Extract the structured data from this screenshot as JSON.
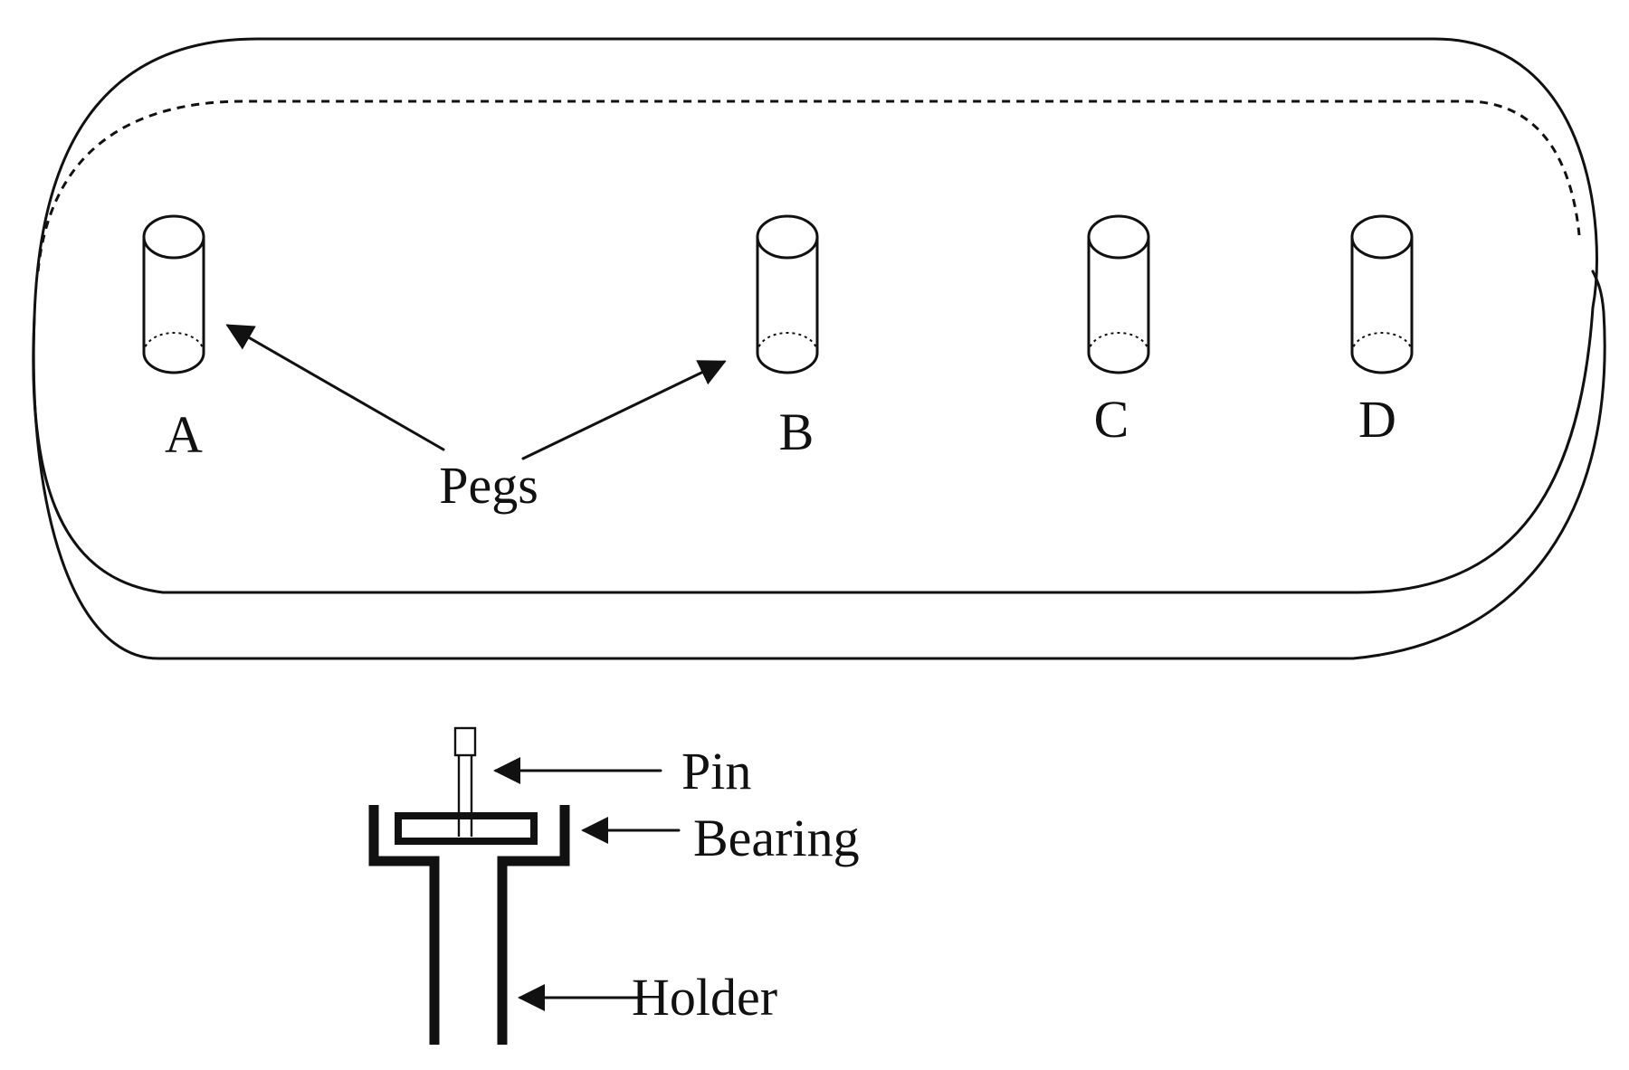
{
  "pegs": [
    {
      "letter": "A"
    },
    {
      "letter": "B"
    },
    {
      "letter": "C"
    },
    {
      "letter": "D"
    }
  ],
  "labels": {
    "pegs": "Pegs",
    "pin": "Pin",
    "bearing": "Bearing",
    "holder": "Holder"
  }
}
